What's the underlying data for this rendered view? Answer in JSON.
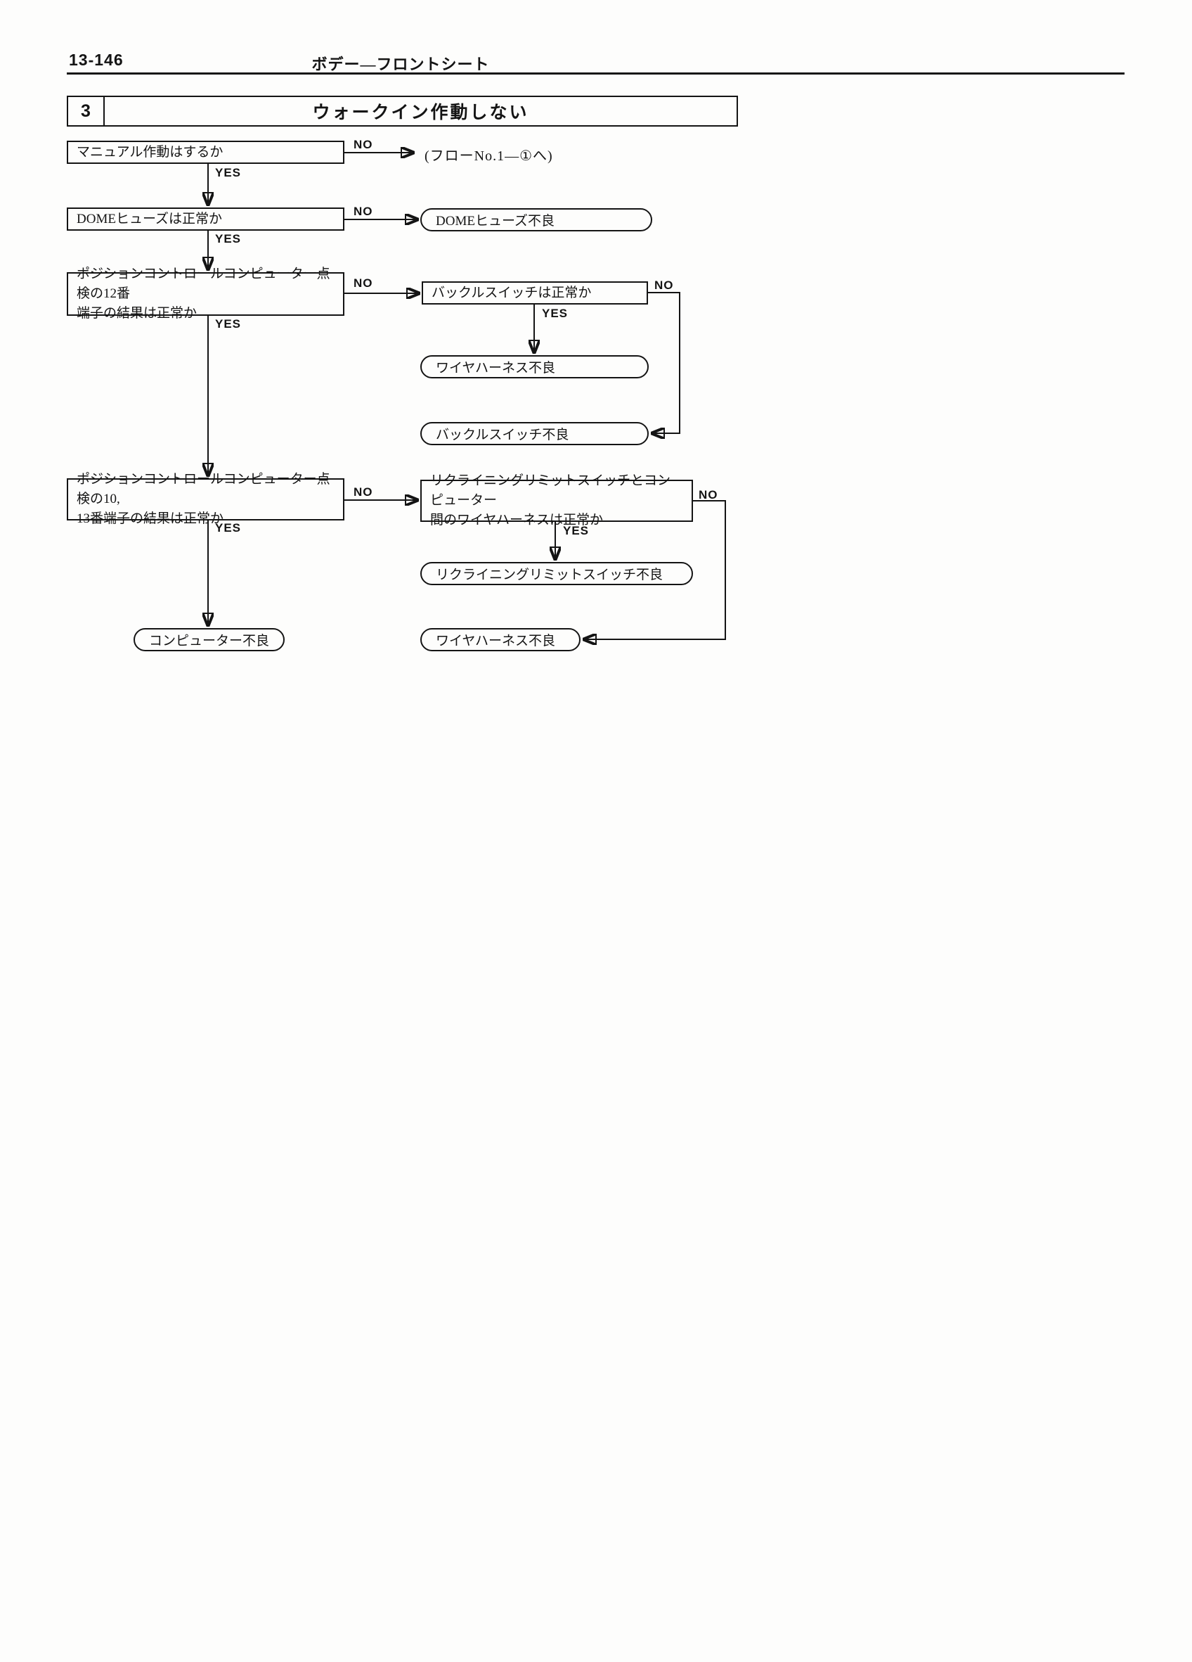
{
  "page": {
    "page_number": "13-146",
    "header_title": "ボデー―フロントシート"
  },
  "section": {
    "number": "3",
    "title": "ウォークイン作動しない"
  },
  "labels": {
    "yes": "YES",
    "no": "NO"
  },
  "nodes": {
    "q_manual": "マニュアル作動はするか",
    "goto_flow1": "(フローNo.1―①へ)",
    "q_dome_fuse": "DOMEヒューズは正常か",
    "r_dome_fuse_bad": "DOMEヒューズ不良",
    "q_pcc12_l1": "ポジションコントロールコンピューター点検の12番",
    "q_pcc12_l2": "端子の結果は正常か",
    "q_buckle": "バックルスイッチは正常か",
    "r_harness_bad_1": "ワイヤハーネス不良",
    "r_buckle_bad": "バックルスイッチ不良",
    "q_pcc10_l1": "ポジションコントロールコンピューター点検の10,",
    "q_pcc10_l2": "13番端子の結果は正常か",
    "q_recline_l1": "リクライニングリミットスイッチとコンピューター",
    "q_recline_l2": "間のワイヤハーネスは正常か",
    "r_recline_bad": "リクライニングリミットスイッチ不良",
    "r_computer_bad": "コンピューター不良",
    "r_harness_bad_2": "ワイヤハーネス不良"
  }
}
